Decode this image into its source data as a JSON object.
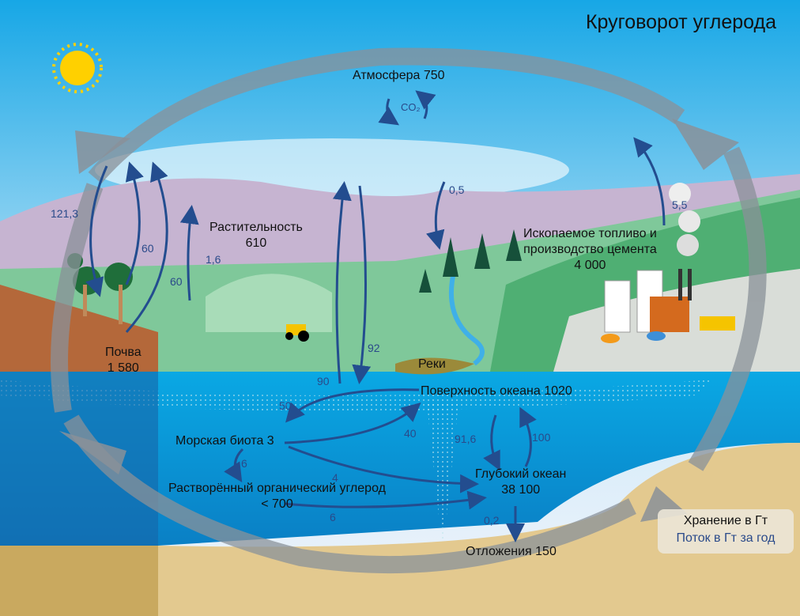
{
  "title": "Круговорот углерода",
  "stocks": {
    "atmosphere": "Атмосфера 750",
    "co2": "CO₂",
    "vegetation_name": "Растительность",
    "vegetation_value": "610",
    "soil_name": "Почва",
    "soil_value": "1 580",
    "fossil_line1": "Ископаемое топливо и",
    "fossil_line2": "производство цемента",
    "fossil_value": "4 000",
    "rivers": "Реки",
    "ocean_surface": "Поверхность океана 1020",
    "marine_biota": "Морская биота 3",
    "doc_line1": "Растворённый органический углерод",
    "doc_line2": "< 700",
    "deep_ocean_name": "Глубокий океан",
    "deep_ocean_value": "38 100",
    "sediments": "Отложения 150"
  },
  "fluxes": {
    "f121": "121,3",
    "f60a": "60",
    "f60b": "60",
    "f16": "1,6",
    "f05": "0,5",
    "f55": "5,5",
    "f90": "90",
    "f92": "92",
    "f50": "50",
    "f40": "40",
    "f916": "91,6",
    "f100": "100",
    "f6a": "6",
    "f4": "4",
    "f6b": "6",
    "f02": "0,2"
  },
  "legend": {
    "storage": "Хранение в Гт",
    "flux": "Поток в Гт за год",
    "flux_color": "#2a4a8a"
  }
}
